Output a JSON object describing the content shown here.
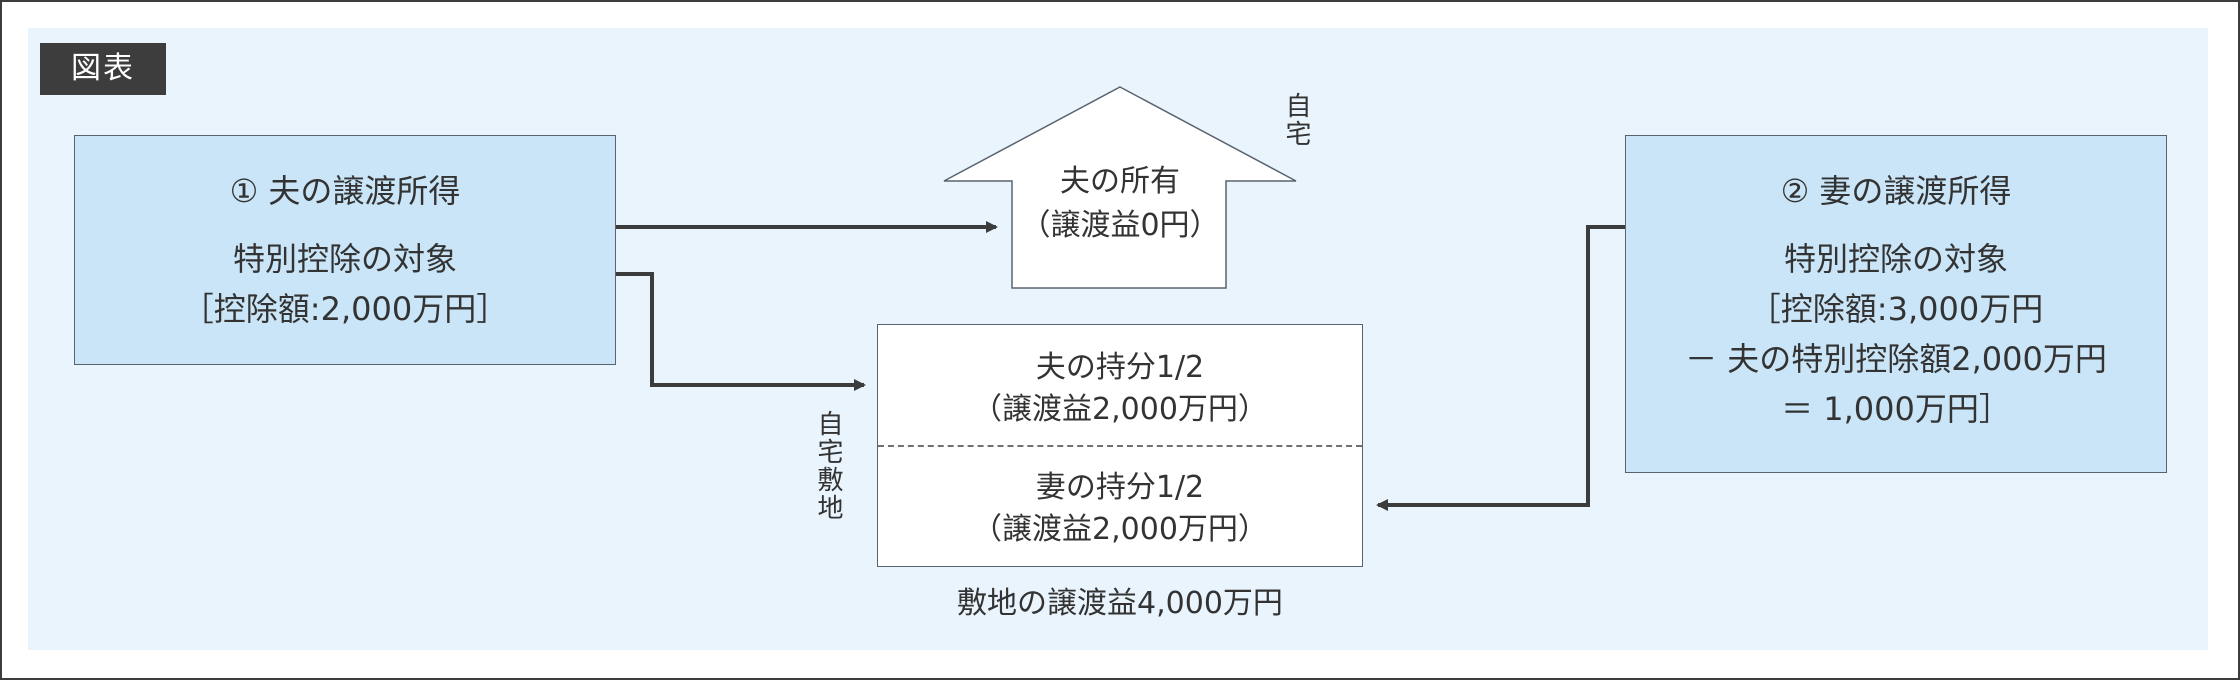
{
  "tag": "図表",
  "box1": {
    "title": "① 夫の譲渡所得",
    "line1": "特別控除の対象",
    "line2": "［控除額:2,000万円］"
  },
  "box2": {
    "title": "② 妻の譲渡所得",
    "line1": "特別控除の対象",
    "line2": "［控除額:3,000万円",
    "line3": "－ 夫の特別控除額2,000万円",
    "line4": "＝ 1,000万円］"
  },
  "house": {
    "label": "自宅",
    "line1": "夫の所有",
    "line2": "（譲渡益0円）"
  },
  "land": {
    "label": "自宅敷地",
    "husband_line1": "夫の持分1/2",
    "husband_line2": "（譲渡益2,000万円）",
    "wife_line1": "妻の持分1/2",
    "wife_line2": "（譲渡益2,000万円）",
    "caption": "敷地の譲渡益4,000万円"
  },
  "colors": {
    "panel_bg": "#e9f4fc",
    "box_fill": "#c9e5f7",
    "tag_bg": "#3d3d3d",
    "line": "#3c3c3c"
  }
}
